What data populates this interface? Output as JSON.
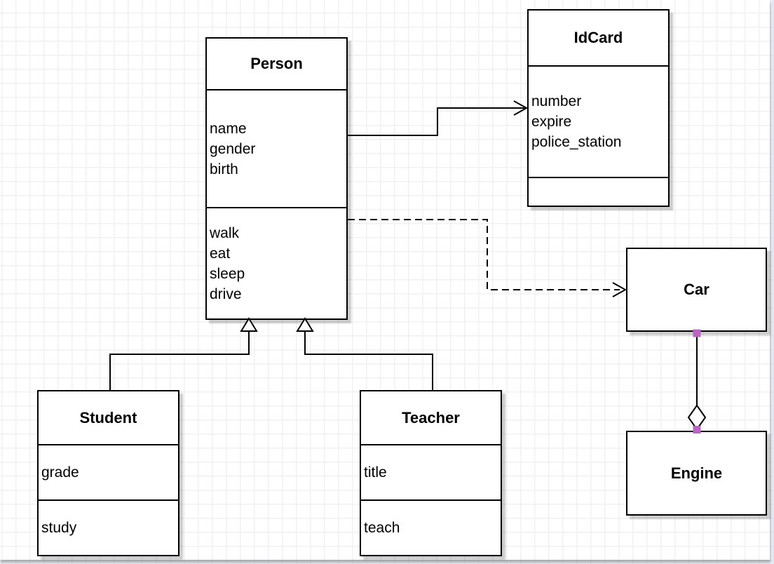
{
  "diagram": {
    "classes": {
      "person": {
        "name": "Person",
        "attributes": [
          "name",
          "gender",
          "birth"
        ],
        "methods": [
          "walk",
          "eat",
          "sleep",
          "drive"
        ]
      },
      "idcard": {
        "name": "IdCard",
        "attributes": [
          "number",
          "expire",
          "police_station"
        ],
        "methods": []
      },
      "car": {
        "name": "Car",
        "attributes": [],
        "methods": []
      },
      "engine": {
        "name": "Engine",
        "attributes": [],
        "methods": []
      },
      "student": {
        "name": "Student",
        "attributes": [
          "grade"
        ],
        "methods": [
          "study"
        ]
      },
      "teacher": {
        "name": "Teacher",
        "attributes": [
          "title"
        ],
        "methods": [
          "teach"
        ]
      }
    },
    "relationships": [
      {
        "from": "Person",
        "to": "IdCard",
        "type": "association",
        "line": "solid",
        "arrow": "open"
      },
      {
        "from": "Person",
        "to": "Car",
        "type": "dependency",
        "line": "dashed",
        "arrow": "open"
      },
      {
        "from": "Student",
        "to": "Person",
        "type": "generalization",
        "line": "solid",
        "arrow": "hollow-triangle"
      },
      {
        "from": "Teacher",
        "to": "Person",
        "type": "generalization",
        "line": "solid",
        "arrow": "hollow-triangle"
      },
      {
        "from": "Car",
        "to": "Engine",
        "type": "aggregation",
        "line": "solid",
        "arrow": "hollow-diamond"
      }
    ],
    "colors": {
      "box_fill": "#ffffff",
      "box_border": "#000000",
      "box_shadow": "#cfcfcf",
      "grid_line": "#f1f1f1",
      "page_background": "#ffffff",
      "offpage_background": "#e9edf4",
      "endpoint_handle": "#b965c1"
    }
  }
}
